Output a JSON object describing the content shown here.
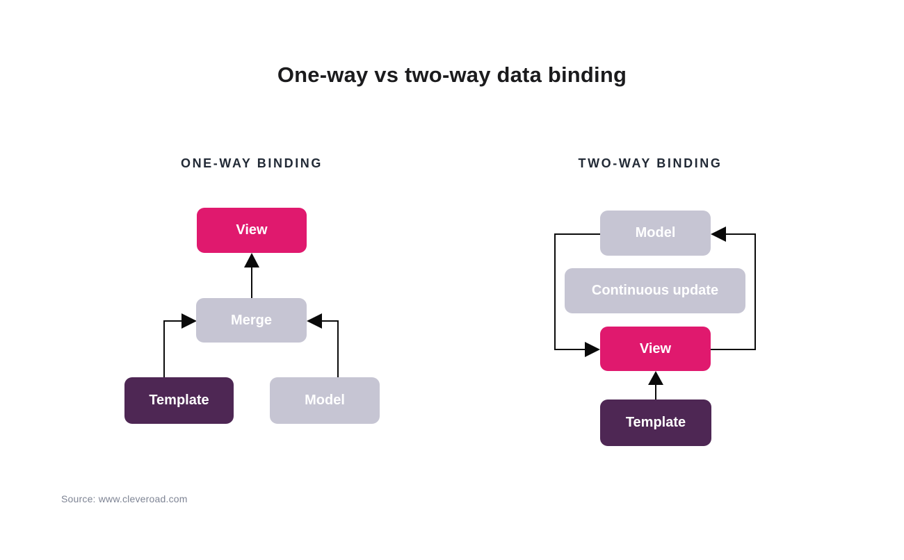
{
  "title": "One-way vs two-way data binding",
  "source": "Source: www.cleveroad.com",
  "colors": {
    "pink": "#E0196E",
    "gray": "#C6C5D3",
    "purple": "#4E2754",
    "heading_text": "#222A36",
    "title_text": "#1B1B1D",
    "node_text": "#FFFFFF",
    "line": "#0A0A0A",
    "source_text": "#7E8494",
    "background": "#FFFFFF"
  },
  "one_way": {
    "heading": "ONE-WAY BINDING",
    "nodes": {
      "view": {
        "label": "View",
        "color": "#E0196E"
      },
      "merge": {
        "label": "Merge",
        "color": "#C6C5D3"
      },
      "template": {
        "label": "Template",
        "color": "#4E2754"
      },
      "model": {
        "label": "Model",
        "color": "#C6C5D3"
      }
    },
    "flows": [
      "template -> merge",
      "model -> merge",
      "merge -> view"
    ]
  },
  "two_way": {
    "heading": "TWO-WAY BINDING",
    "nodes": {
      "model": {
        "label": "Model",
        "color": "#C6C5D3"
      },
      "continuous_update": {
        "label": "Continuous update",
        "color": "#C6C5D3"
      },
      "view": {
        "label": "View",
        "color": "#E0196E"
      },
      "template": {
        "label": "Template",
        "color": "#4E2754"
      }
    },
    "flows": [
      "model -> view",
      "view -> model",
      "template -> view"
    ]
  }
}
